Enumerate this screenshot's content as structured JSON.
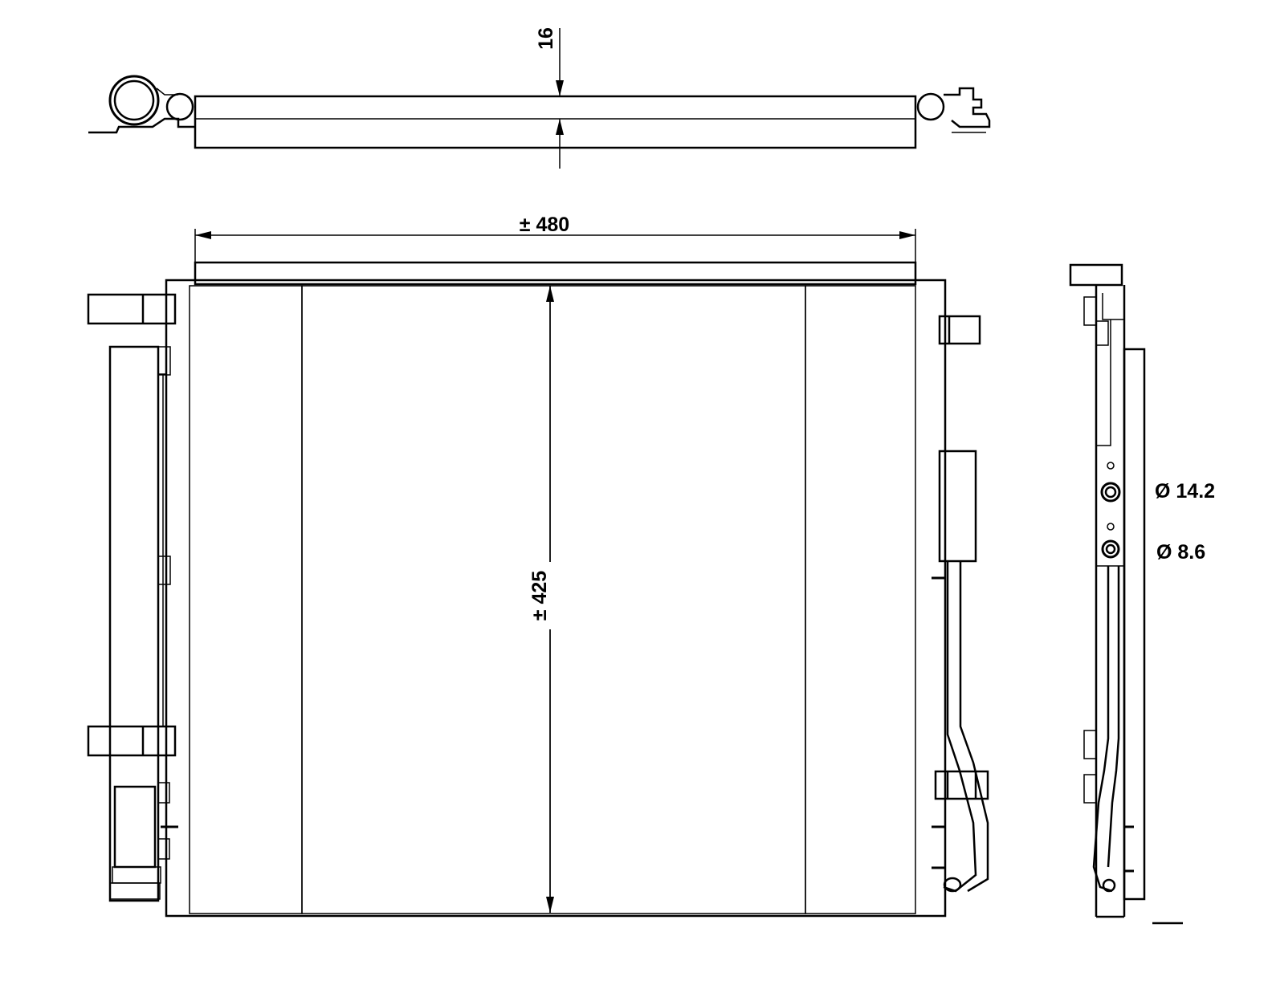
{
  "dimensions": {
    "thickness": "16",
    "width": "± 480",
    "height": "± 425",
    "port_large": "Ø 14.2",
    "port_small": "Ø 8.6"
  },
  "colors": {
    "line": "#000000",
    "background": "#ffffff"
  }
}
